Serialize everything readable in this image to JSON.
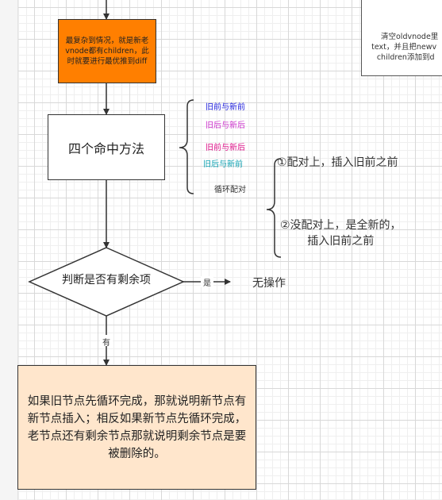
{
  "nodes": {
    "orange_box_text": "最复杂到情况，就是新老vnode都有children，此时就要进行最优推到diff",
    "four_methods": "四个命中方法",
    "top_right_lines": [
      "清空oldvnode里",
      "text，并且把newv",
      "children添加到d"
    ],
    "decision": "判断是否有剩余项",
    "no_action": "无操作",
    "bottom_box_text": "如果旧节点先循环完成，那就说明新节点有新节点插入；相反如果新节点先循环完成，老节点还有剩余节点那就说明剩余节点是要被删除的。"
  },
  "methods": [
    {
      "label": "旧前与新前",
      "color": "#2222dd"
    },
    {
      "label": "旧后与新后",
      "color": "#cc33cc"
    },
    {
      "label": "旧前与新后",
      "color": "#dd1188"
    },
    {
      "label": "旧后与新前",
      "color": "#11a3b3"
    },
    {
      "label": "循环配对",
      "color": "#333333"
    }
  ],
  "match_results": {
    "matched": "①配对上，插入旧前之前",
    "unmatched_line1": "②没配对上，是全新的，",
    "unmatched_line2": "插入旧前之前"
  },
  "edge_labels": {
    "yes": "是",
    "has": "有"
  },
  "colors": {
    "orange": "#ff7f00",
    "peach": "#ffe6cc"
  }
}
